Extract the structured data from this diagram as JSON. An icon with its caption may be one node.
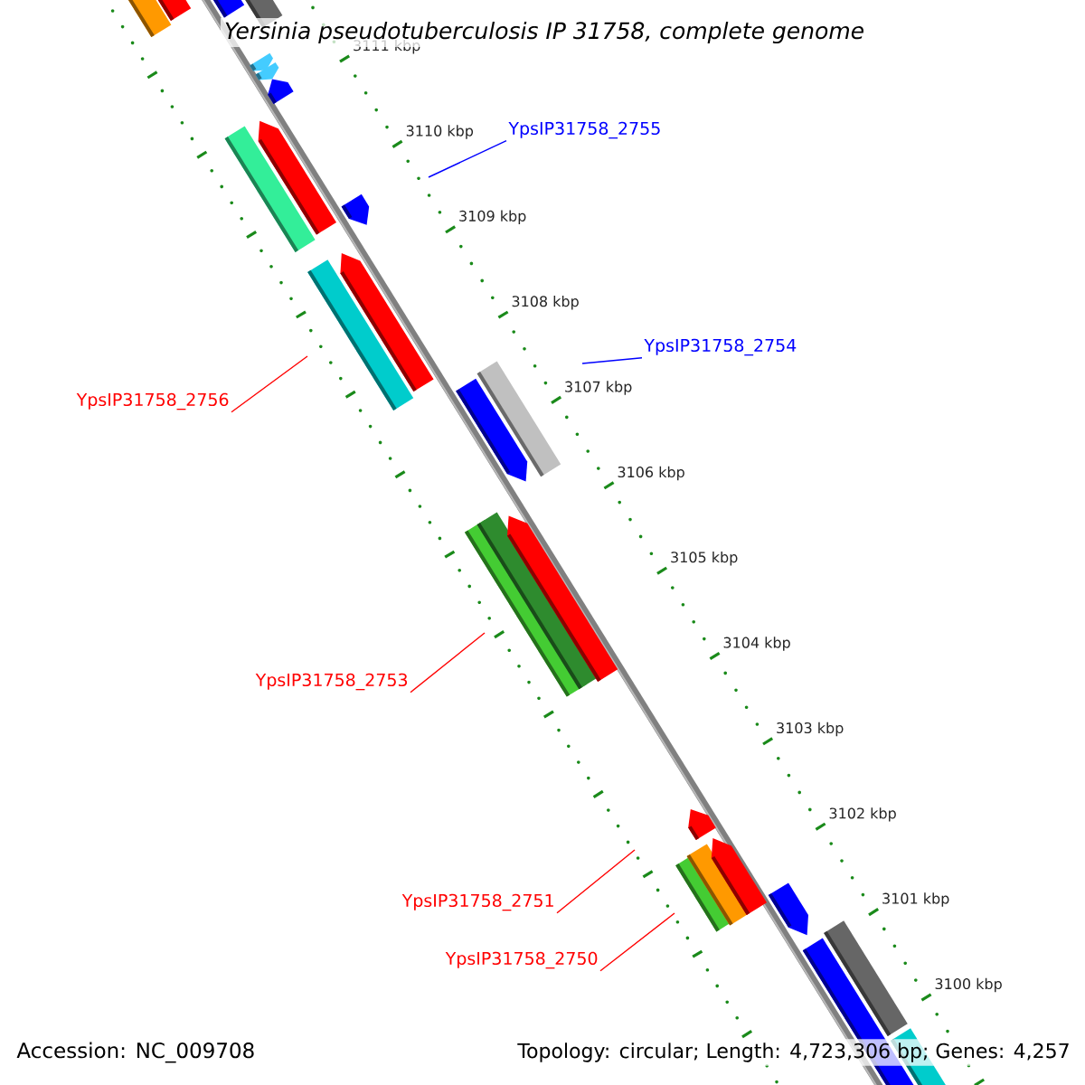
{
  "diagram": {
    "title": "Yersinia pseudotuberculosis IP 31758, complete genome",
    "nodes": [
      {
        "text": [
          "YpsIP31758_2755"
        ]
      },
      {
        "text": [
          "YpsIP31758_2754"
        ]
      },
      {
        "text": [
          "YpsIP31758_2756"
        ]
      },
      {
        "text": [
          "YpsIP31758_2753"
        ]
      },
      {
        "text": [
          "YpsIP31758_2751"
        ]
      },
      {
        "text": [
          "YpsIP31758_2750"
        ]
      }
    ],
    "edges": [
      {
        "from": 0,
        "to": null,
        "arrow": "none",
        "color": "#0000ff"
      },
      {
        "from": 1,
        "to": null,
        "arrow": "none",
        "color": "#0000ff"
      },
      {
        "from": 2,
        "to": null,
        "arrow": "none"
      },
      {
        "from": 3,
        "to": null,
        "arrow": "none"
      },
      {
        "from": 4,
        "to": null,
        "arrow": "none"
      },
      {
        "from": 5,
        "to": null,
        "arrow": "none"
      }
    ],
    "labels": [
      "3111 kbp",
      "3110 kbp",
      "3109 kbp",
      "3108 kbp",
      "3107 kbp",
      "3106 kbp",
      "3105 kbp",
      "3104 kbp",
      "3103 kbp",
      "3102 kbp",
      "3101 kbp",
      "3100 kbp",
      "Accession: NC_009708",
      "Topology: circular; Length: 4,723,306 bp; Genes: 4,257"
    ]
  }
}
